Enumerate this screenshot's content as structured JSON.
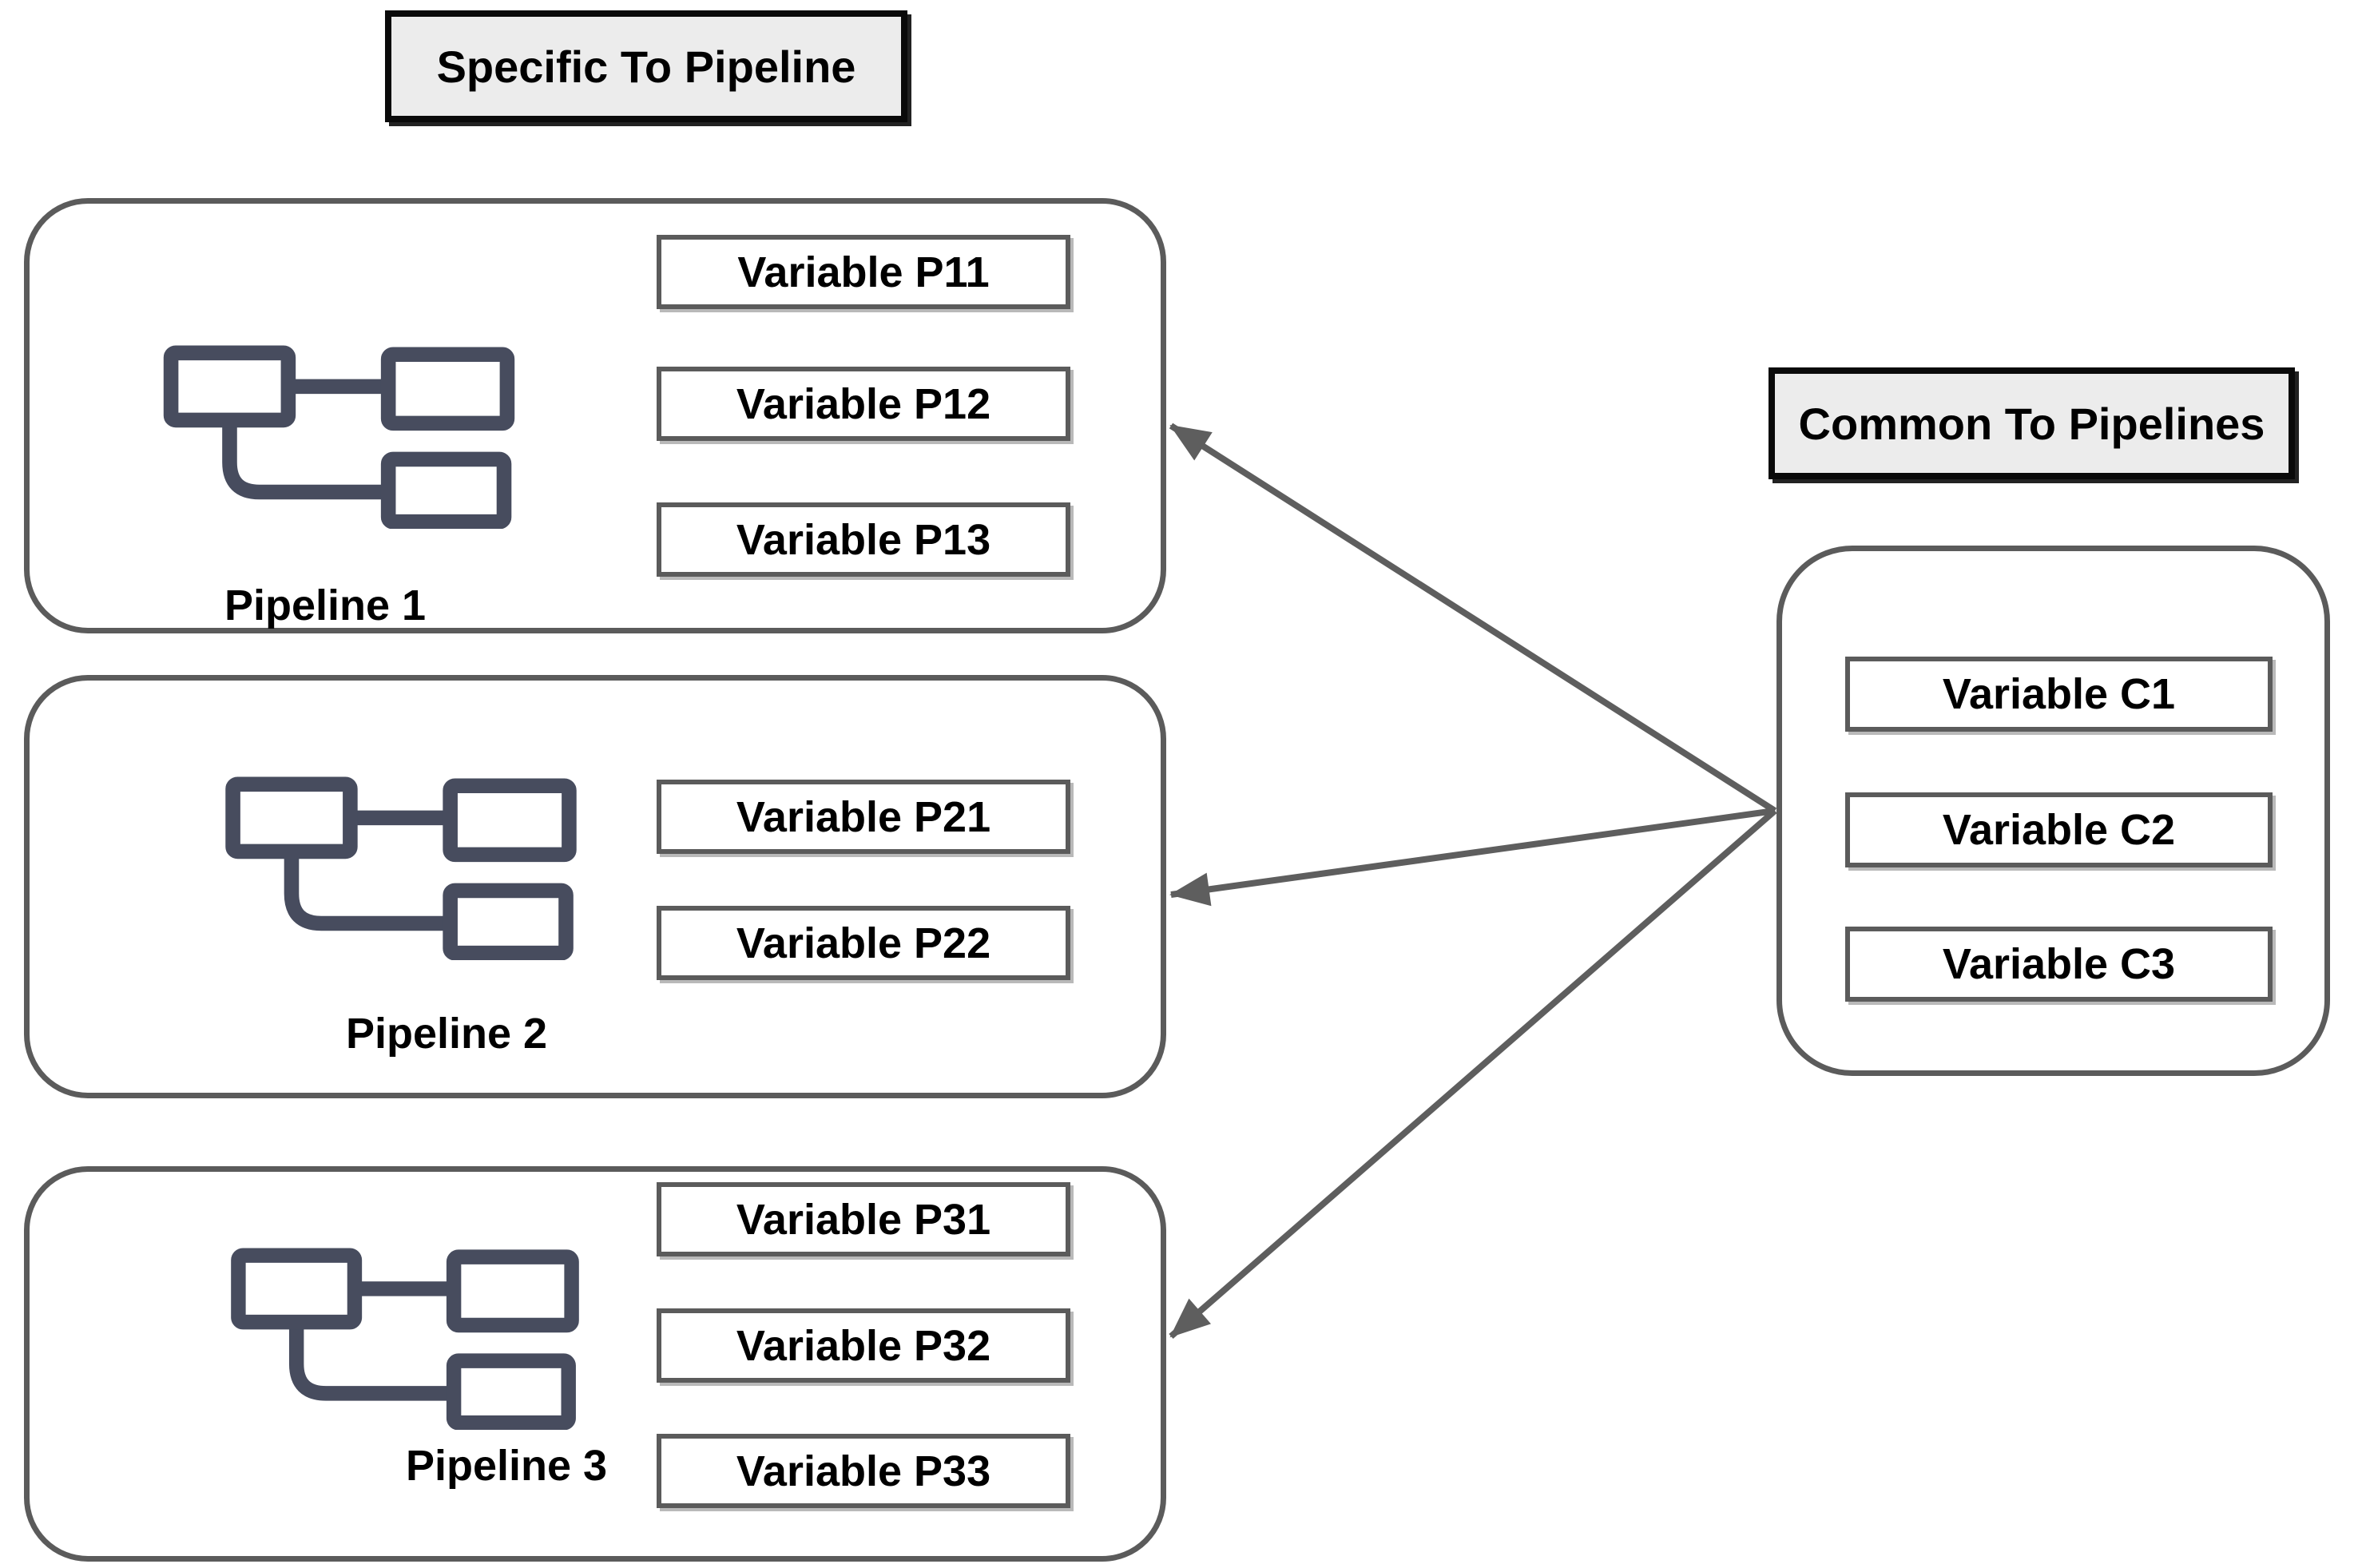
{
  "headers": {
    "specific": "Specific To Pipeline",
    "common": "Common To Pipelines"
  },
  "pipelines": [
    {
      "label": "Pipeline 1",
      "variables": [
        "Variable P11",
        "Variable P12",
        "Variable P13"
      ]
    },
    {
      "label": "Pipeline 2",
      "variables": [
        "Variable P21",
        "Variable P22"
      ]
    },
    {
      "label": "Pipeline 3",
      "variables": [
        "Variable P31",
        "Variable P32",
        "Variable P33"
      ]
    }
  ],
  "common_group": {
    "variables": [
      "Variable C1",
      "Variable C2",
      "Variable C3"
    ]
  },
  "icons": {
    "pipeline": "workflow-pipeline-icon",
    "arrow": "arrow-to-pipeline"
  },
  "colors": {
    "background": "#ffffff",
    "container_border": "#5b5b5b",
    "header_fill": "#ececec",
    "header_border": "#0a0a0a",
    "icon": "#474c5e",
    "arrow": "#5e5e5e",
    "text": "#000000"
  }
}
